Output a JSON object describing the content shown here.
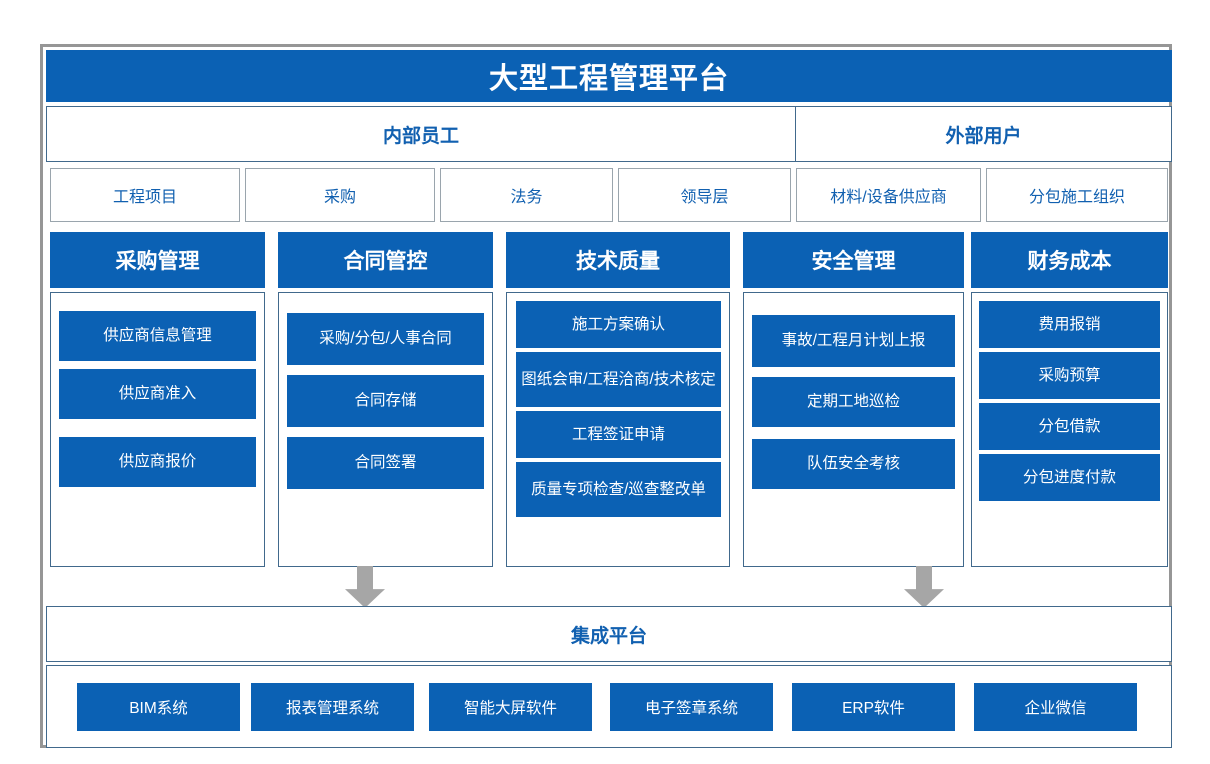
{
  "colors": {
    "brand_blue": "#0B61B4",
    "text_blue": "#1160B0",
    "box_border": "#41698C",
    "frame_gray": "#969696",
    "arrow_gray": "#A6A6A6"
  },
  "header": {
    "title": "大型工程管理平台"
  },
  "audience": {
    "internal_label": "内部员工",
    "external_label": "外部用户"
  },
  "roles": [
    {
      "label": "工程项目",
      "group": "internal"
    },
    {
      "label": "采购",
      "group": "internal"
    },
    {
      "label": "法务",
      "group": "internal"
    },
    {
      "label": "领导层",
      "group": "internal"
    },
    {
      "label": "材料/设备供应商",
      "group": "external"
    },
    {
      "label": "分包施工组织",
      "group": "external"
    }
  ],
  "modules": [
    {
      "title": "采购管理",
      "items": [
        "供应商信息管理",
        "供应商准入",
        "供应商报价"
      ]
    },
    {
      "title": "合同管控",
      "items": [
        "采购/分包/人事合同",
        "合同存储",
        "合同签署"
      ]
    },
    {
      "title": "技术质量",
      "items": [
        "施工方案确认",
        "图纸会审/工程洽商/技术核定",
        "工程签证申请",
        "质量专项检查/巡查整改单"
      ]
    },
    {
      "title": "安全管理",
      "items": [
        "事故/工程月计划上报",
        "定期工地巡检",
        "队伍安全考核"
      ]
    },
    {
      "title": "财务成本",
      "items": [
        "费用报销",
        "采购预算",
        "分包借款",
        "分包进度付款"
      ]
    }
  ],
  "arrows": [
    {
      "name": "arrow-contract-to-platform"
    },
    {
      "name": "arrow-safety-to-platform"
    }
  ],
  "integration": {
    "label": "集成平台"
  },
  "systems": [
    "BIM系统",
    "报表管理系统",
    "智能大屏软件",
    "电子签章系统",
    "ERP软件",
    "企业微信"
  ]
}
